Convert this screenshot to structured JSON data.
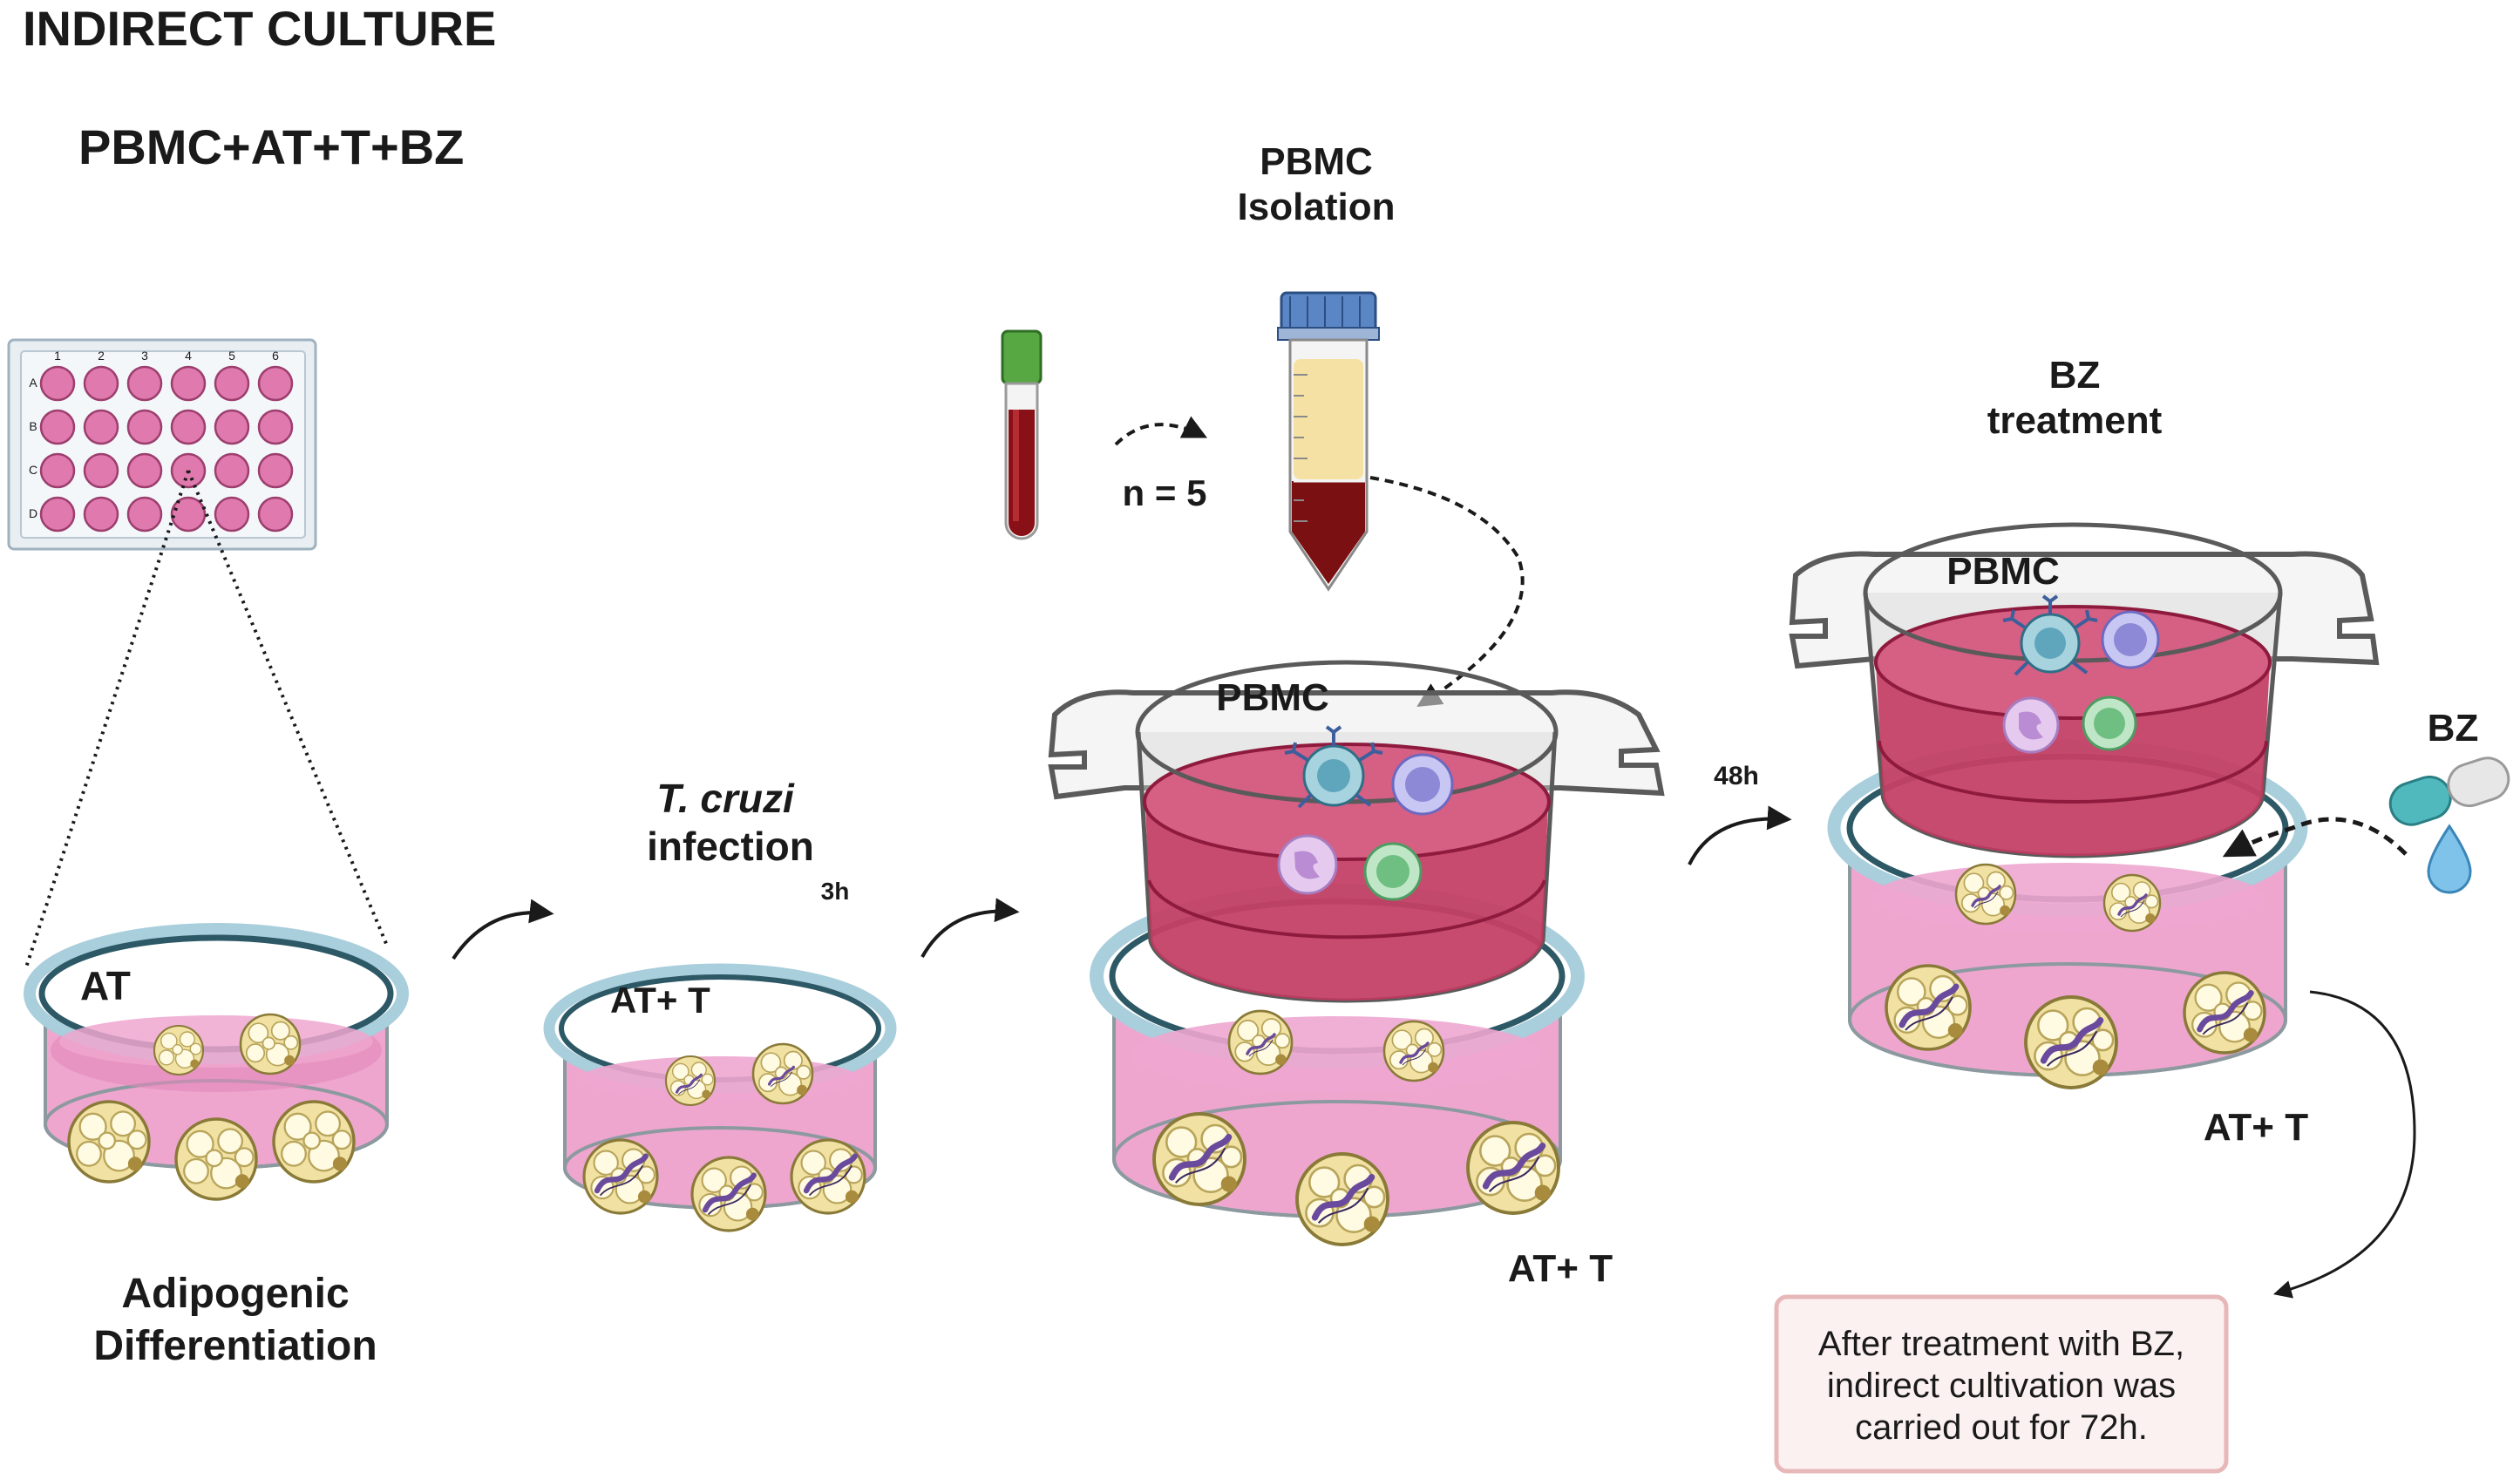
{
  "header": {
    "title": "INDIRECT CULTURE",
    "condition": "PBMC+AT+T+BZ"
  },
  "plate": {
    "columns": [
      "1",
      "2",
      "3",
      "4",
      "5",
      "6"
    ],
    "rows": [
      "A",
      "B",
      "C",
      "D"
    ]
  },
  "steps": {
    "adipogenic": {
      "dish_label": "AT",
      "caption_line1": "Adipogenic",
      "caption_line2": "Differentiation"
    },
    "infection": {
      "title_italic": "T. cruzi",
      "title_line2": "infection",
      "time": "3h",
      "dish_label": "AT+ T"
    },
    "pbmc": {
      "isolation_line1": "PBMC",
      "isolation_line2": "Isolation",
      "n_label": "n = 5",
      "insert_label": "PBMC",
      "dish_label": "AT+ T",
      "time": "48h"
    },
    "bz": {
      "title_line1": "BZ",
      "title_line2": "treatment",
      "insert_label": "PBMC",
      "drug_label": "BZ",
      "dish_label": "AT+ T"
    }
  },
  "note": {
    "line1": "After treatment with BZ,",
    "line2": "indirect cultivation was",
    "line3": "carried out for 72h."
  },
  "colors": {
    "medium_pink": "#eea6cf",
    "insert_medium": "#c2385f",
    "well_pink": "#e07aae",
    "rim_blue": "#a9cedc",
    "rim_dark": "#2d5866",
    "adipocyte": "#f1e2a4",
    "parasite": "#6a4a9c",
    "blood": "#8a1017",
    "cap_green": "#57a743",
    "cap_blue": "#5b86c5",
    "note_border": "#e7b7b9",
    "note_fill": "#fcf1f1"
  }
}
